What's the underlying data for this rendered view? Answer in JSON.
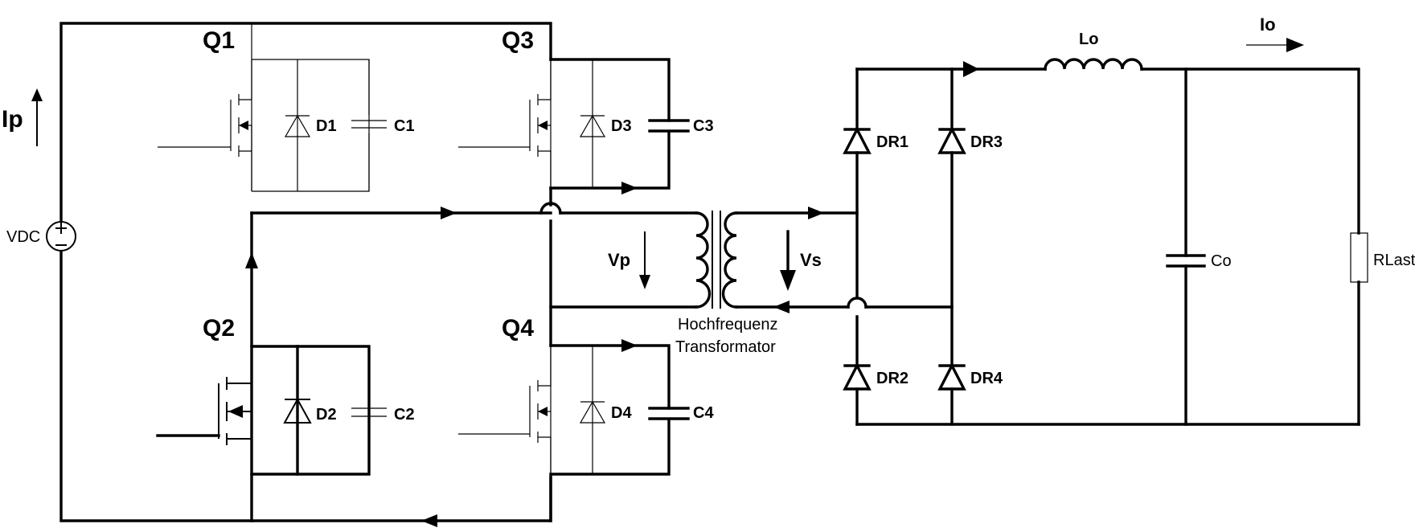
{
  "labels": {
    "ip": "Ip",
    "vdc": "VDC",
    "q1": "Q1",
    "q2": "Q2",
    "q3": "Q3",
    "q4": "Q4",
    "d1": "D1",
    "d2": "D2",
    "d3": "D3",
    "d4": "D4",
    "c1": "C1",
    "c2": "C2",
    "c3": "C3",
    "c4": "C4",
    "vp": "Vp",
    "vs": "Vs",
    "transformer_line1": "Hochfrequenz",
    "transformer_line2": "Transformator",
    "dr1": "DR1",
    "dr2": "DR2",
    "dr3": "DR3",
    "dr4": "DR4",
    "lo": "Lo",
    "io": "Io",
    "co": "Co",
    "rlast": "RLast"
  }
}
